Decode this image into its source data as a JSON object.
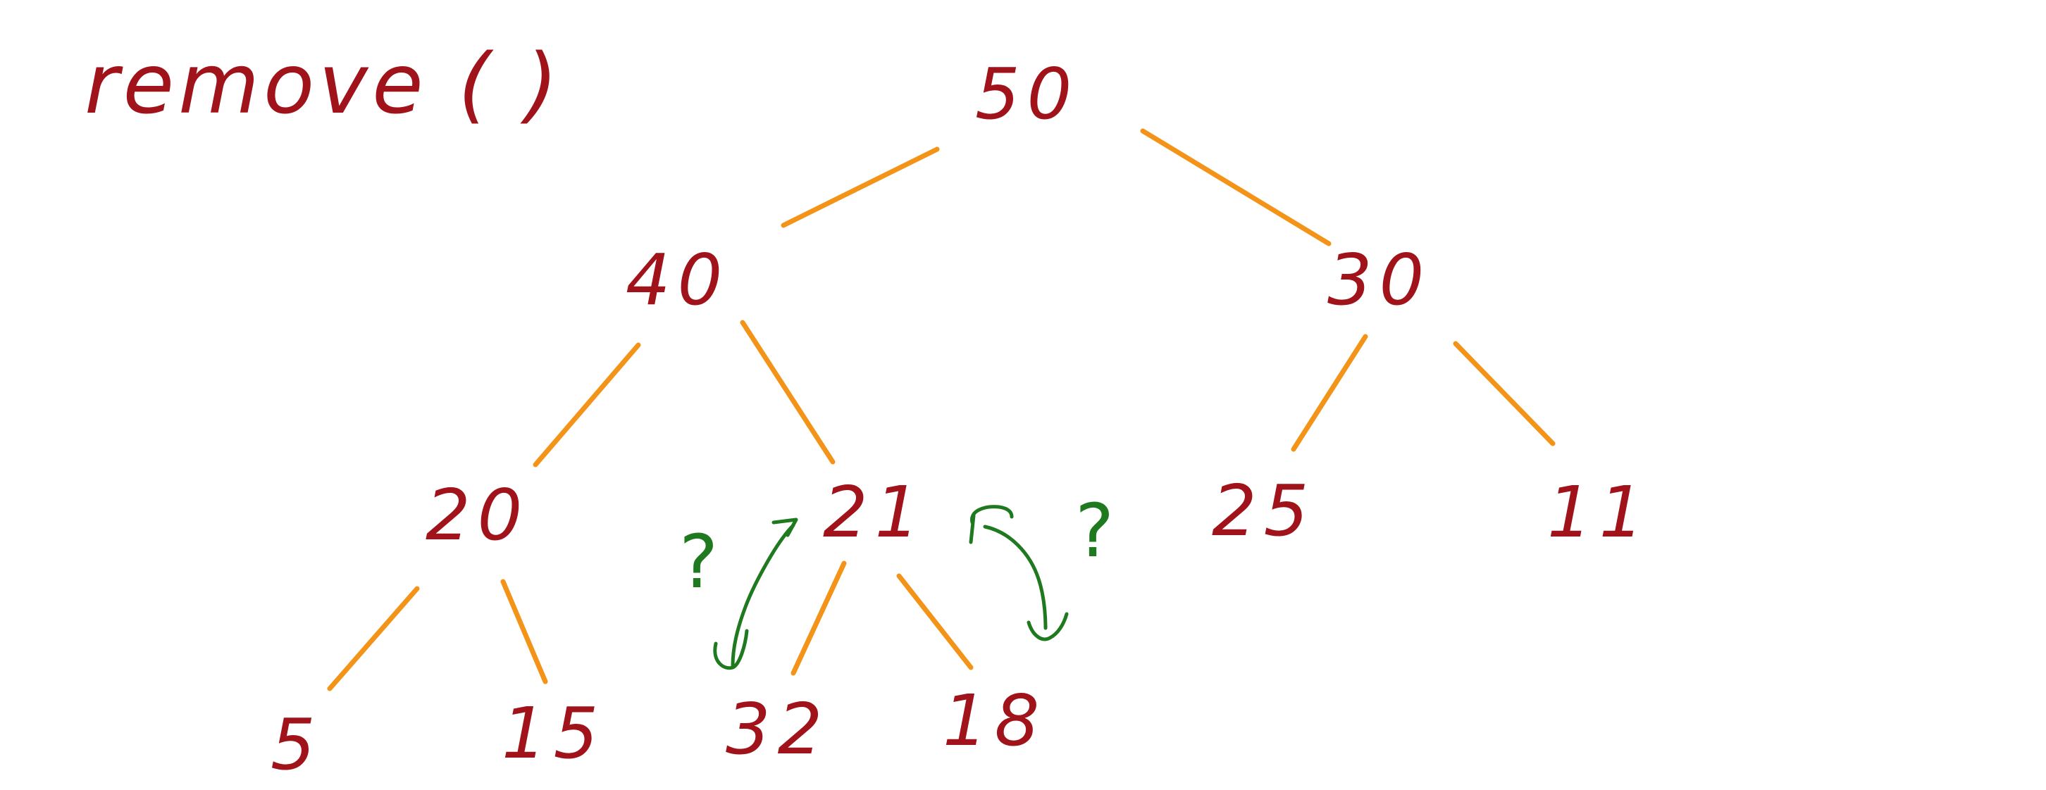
{
  "diagram": {
    "title": "remove ( )",
    "nodes": [
      {
        "id": "n50",
        "label": "50"
      },
      {
        "id": "n40",
        "label": "40"
      },
      {
        "id": "n30",
        "label": "30"
      },
      {
        "id": "n20",
        "label": "20"
      },
      {
        "id": "n21",
        "label": "21"
      },
      {
        "id": "n25",
        "label": "25"
      },
      {
        "id": "n11",
        "label": "11"
      },
      {
        "id": "n5",
        "label": "5"
      },
      {
        "id": "n15",
        "label": "15"
      },
      {
        "id": "n32",
        "label": "32"
      },
      {
        "id": "n18",
        "label": "18"
      }
    ],
    "edges": [
      {
        "from": "50",
        "to": "40"
      },
      {
        "from": "50",
        "to": "30"
      },
      {
        "from": "40",
        "to": "20"
      },
      {
        "from": "40",
        "to": "21"
      },
      {
        "from": "30",
        "to": "25"
      },
      {
        "from": "30",
        "to": "11"
      },
      {
        "from": "20",
        "to": "5"
      },
      {
        "from": "20",
        "to": "15"
      },
      {
        "from": "21",
        "to": "32"
      },
      {
        "from": "21",
        "to": "18"
      }
    ],
    "annotations": {
      "left_question": "?",
      "right_question": "?"
    },
    "colors": {
      "text": "#a0131a",
      "edges": "#f39419",
      "annotations": "#1f7a1f"
    }
  }
}
